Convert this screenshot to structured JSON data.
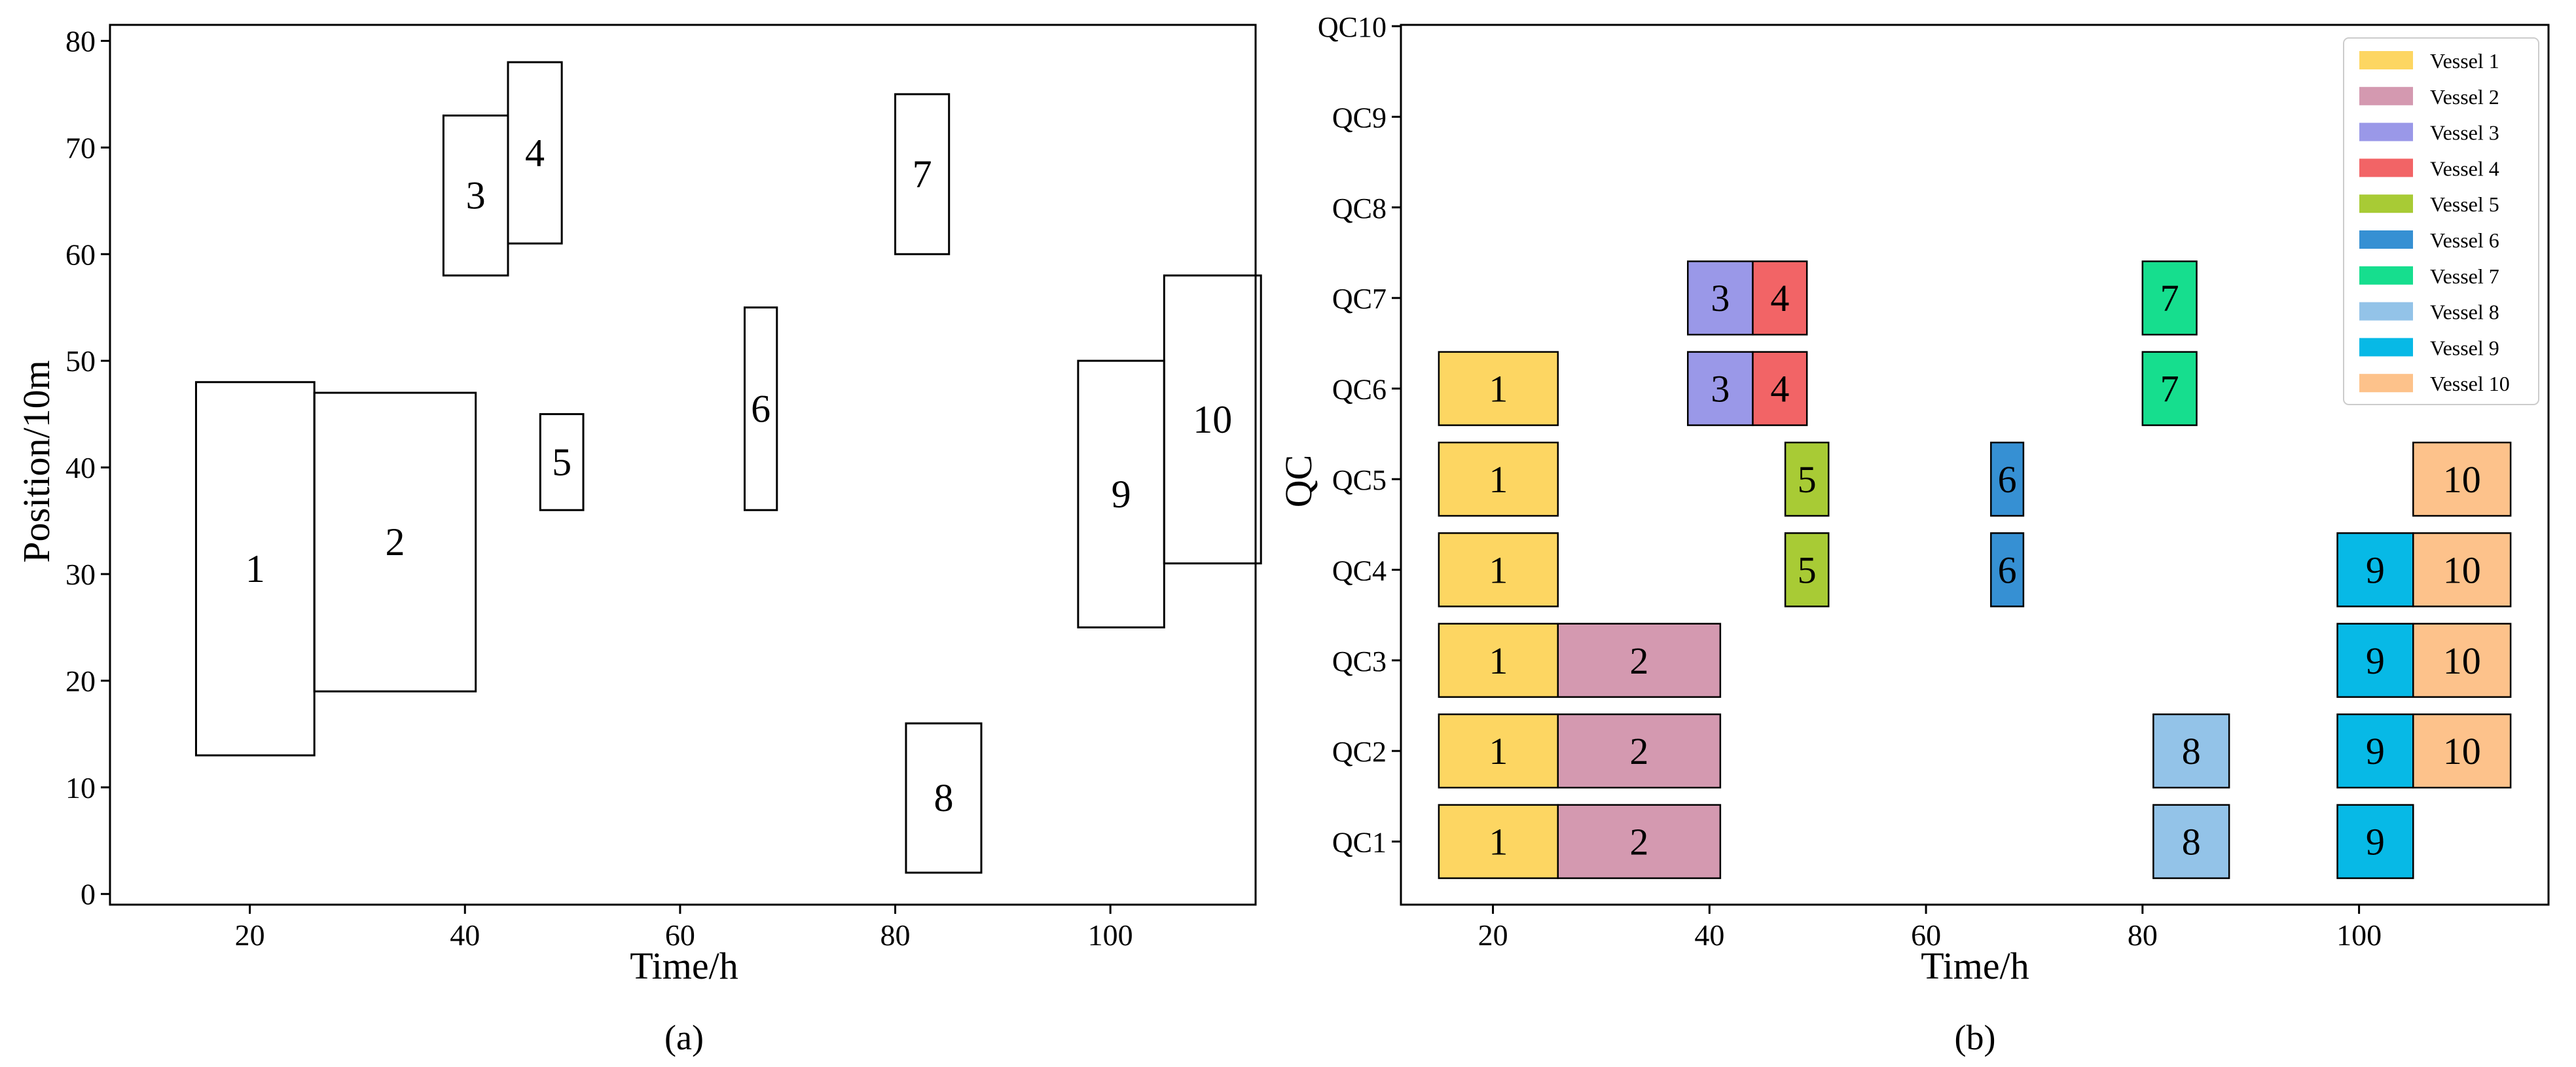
{
  "chart_data": [
    {
      "type": "bar",
      "panel_label": "(a)",
      "xlabel": "Time/h",
      "ylabel": "Position/10m",
      "xlim": [
        7,
        113.5
      ],
      "ylim": [
        -1,
        81.5
      ],
      "xticks": [
        20,
        40,
        60,
        80,
        100
      ],
      "yticks": [
        0,
        10,
        20,
        30,
        40,
        50,
        60,
        70,
        80
      ],
      "series": [
        {
          "label": "1",
          "x0": 15,
          "x1": 26,
          "y0": 13,
          "y1": 48
        },
        {
          "label": "2",
          "x0": 26,
          "x1": 41,
          "y0": 19,
          "y1": 47
        },
        {
          "label": "3",
          "x0": 38,
          "x1": 44,
          "y0": 58,
          "y1": 73
        },
        {
          "label": "4",
          "x0": 44,
          "x1": 49,
          "y0": 61,
          "y1": 78
        },
        {
          "label": "5",
          "x0": 47,
          "x1": 51,
          "y0": 36,
          "y1": 45
        },
        {
          "label": "6",
          "x0": 66,
          "x1": 69,
          "y0": 36,
          "y1": 55
        },
        {
          "label": "7",
          "x0": 80,
          "x1": 85,
          "y0": 60,
          "y1": 75
        },
        {
          "label": "8",
          "x0": 81,
          "x1": 88,
          "y0": 2,
          "y1": 16
        },
        {
          "label": "9",
          "x0": 97,
          "x1": 105,
          "y0": 25,
          "y1": 50
        },
        {
          "label": "10",
          "x0": 105,
          "x1": 114,
          "y0": 31,
          "y1": 58
        }
      ]
    },
    {
      "type": "bar",
      "panel_label": "(b)",
      "xlabel": "Time/h",
      "ylabel": "QC",
      "xlim": [
        11.5,
        117.5
      ],
      "xticks": [
        20,
        40,
        60,
        80,
        100
      ],
      "categories": [
        "QC1",
        "QC2",
        "QC3",
        "QC4",
        "QC5",
        "QC6",
        "QC7",
        "QC8",
        "QC9",
        "QC10"
      ],
      "legend": {
        "placement": "top-right",
        "entries": [
          {
            "name": "Vessel 1",
            "color": "#FDD662"
          },
          {
            "name": "Vessel 2",
            "color": "#D499B0"
          },
          {
            "name": "Vessel 3",
            "color": "#9A98E8"
          },
          {
            "name": "Vessel 4",
            "color": "#F26466"
          },
          {
            "name": "Vessel 5",
            "color": "#A8CB35"
          },
          {
            "name": "Vessel 6",
            "color": "#3690D3"
          },
          {
            "name": "Vessel 7",
            "color": "#16DE8E"
          },
          {
            "name": "Vessel 8",
            "color": "#93C3E8"
          },
          {
            "name": "Vessel 9",
            "color": "#07B9E6"
          },
          {
            "name": "Vessel 10",
            "color": "#FDC28B"
          }
        ]
      },
      "series": [
        {
          "vessel": 1,
          "label": "1",
          "qcs": [
            1,
            2,
            3,
            4,
            5,
            6
          ],
          "start": 15,
          "end": 26
        },
        {
          "vessel": 2,
          "label": "2",
          "qcs": [
            1,
            2,
            3
          ],
          "start": 26,
          "end": 41
        },
        {
          "vessel": 3,
          "label": "3",
          "qcs": [
            6,
            7
          ],
          "start": 38,
          "end": 44
        },
        {
          "vessel": 4,
          "label": "4",
          "qcs": [
            6,
            7
          ],
          "start": 44,
          "end": 49
        },
        {
          "vessel": 5,
          "label": "5",
          "qcs": [
            4,
            5
          ],
          "start": 47,
          "end": 51
        },
        {
          "vessel": 6,
          "label": "6",
          "qcs": [
            4,
            5
          ],
          "start": 66,
          "end": 69
        },
        {
          "vessel": 7,
          "label": "7",
          "qcs": [
            6,
            7
          ],
          "start": 80,
          "end": 85
        },
        {
          "vessel": 8,
          "label": "8",
          "qcs": [
            1,
            2
          ],
          "start": 81,
          "end": 88
        },
        {
          "vessel": 9,
          "label": "9",
          "qcs": [
            1,
            2,
            3,
            4
          ],
          "start": 98,
          "end": 105
        },
        {
          "vessel": 10,
          "label": "10",
          "qcs": [
            2,
            3,
            4,
            5
          ],
          "start": 105,
          "end": 114
        }
      ]
    }
  ]
}
